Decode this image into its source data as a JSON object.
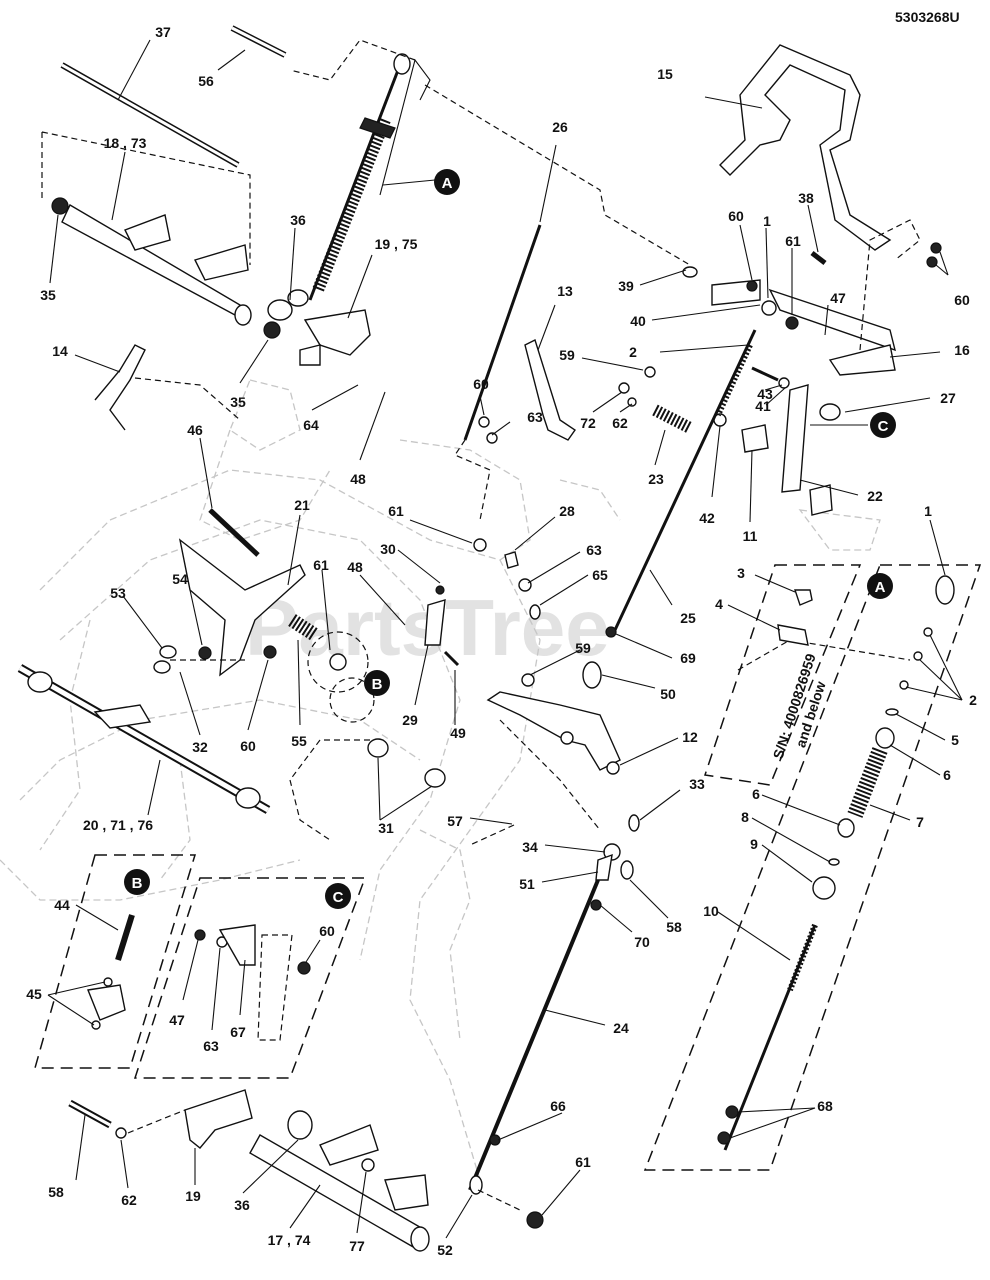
{
  "diagram_code": "5303268U",
  "watermark": "PartsTree",
  "serial_note": {
    "line1": "S/N: 4000826959",
    "line2": "and below"
  },
  "callouts": {
    "a": "A",
    "b": "B",
    "c": "C"
  },
  "labels": [
    "37",
    "56",
    "18 , 73",
    "35",
    "35",
    "36",
    "19 , 75",
    "14",
    "46",
    "64",
    "48",
    "21",
    "54",
    "53",
    "61",
    "32",
    "60",
    "55",
    "20 , 71 , 76",
    "48",
    "30",
    "29",
    "49",
    "31",
    "26",
    "60",
    "63",
    "13",
    "59",
    "72",
    "62",
    "23",
    "61",
    "28",
    "63",
    "65",
    "59",
    "57",
    "15",
    "38",
    "60",
    "1",
    "61",
    "39",
    "40",
    "47",
    "16",
    "60",
    "2",
    "43",
    "41",
    "27",
    "42",
    "11",
    "22",
    "25",
    "69",
    "50",
    "12",
    "33",
    "34",
    "51",
    "58",
    "70",
    "24",
    "66",
    "61",
    "52",
    "77",
    "17 , 74",
    "36",
    "19",
    "62",
    "58",
    "44",
    "45",
    "47",
    "63",
    "67",
    "60",
    "1",
    "3",
    "4",
    "2",
    "5",
    "6",
    "7",
    "6",
    "8",
    "9",
    "10",
    "68"
  ]
}
